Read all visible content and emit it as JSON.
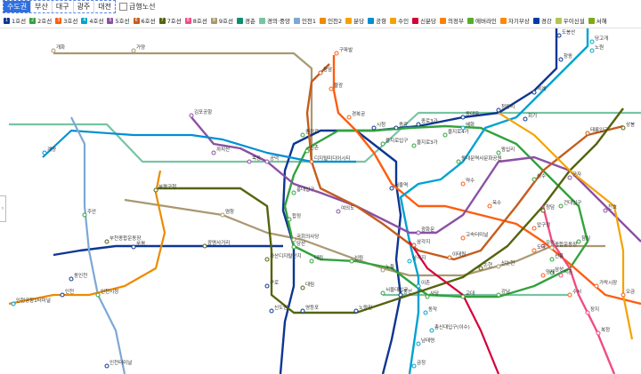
{
  "region_tabs": [
    "수도권",
    "부산",
    "대구",
    "광주",
    "대전"
  ],
  "active_tab": "수도권",
  "express_toggle": "급행노선",
  "legend": [
    {
      "badge": "1",
      "label": "1호선",
      "color": "#0d3692"
    },
    {
      "badge": "2",
      "label": "2호선",
      "color": "#33a23d"
    },
    {
      "badge": "3",
      "label": "3호선",
      "color": "#fe5d10"
    },
    {
      "badge": "4",
      "label": "4호선",
      "color": "#00a2d1"
    },
    {
      "badge": "5",
      "label": "5호선",
      "color": "#8b50a4"
    },
    {
      "badge": "6",
      "label": "6호선",
      "color": "#c55c1d"
    },
    {
      "badge": "7",
      "label": "7호선",
      "color": "#54640d"
    },
    {
      "badge": "8",
      "label": "8호선",
      "color": "#f14c82"
    },
    {
      "badge": "9",
      "label": "9호선",
      "color": "#aa9872"
    },
    {
      "badge": "",
      "label": "경춘",
      "color": "#0c8e72"
    },
    {
      "badge": "",
      "label": "경의·중앙",
      "color": "#77c4a3"
    },
    {
      "badge": "",
      "label": "인천1",
      "color": "#7ca8d5"
    },
    {
      "badge": "",
      "label": "인천2",
      "color": "#ed8b00"
    },
    {
      "badge": "",
      "label": "분당",
      "color": "#f5a200"
    },
    {
      "badge": "",
      "label": "공항",
      "color": "#0090d2"
    },
    {
      "badge": "",
      "label": "수인",
      "color": "#f5a200"
    },
    {
      "badge": "",
      "label": "신분당",
      "color": "#d4003b"
    },
    {
      "badge": "",
      "label": "의정부",
      "color": "#fd8100"
    },
    {
      "badge": "",
      "label": "에버라인",
      "color": "#56ad2d"
    },
    {
      "badge": "",
      "label": "자기부상",
      "color": "#ff8800"
    },
    {
      "badge": "",
      "label": "경강",
      "color": "#003da5"
    },
    {
      "badge": "",
      "label": "우이신설",
      "color": "#b7c452"
    },
    {
      "badge": "",
      "label": "서해",
      "color": "#81a914"
    }
  ],
  "stations": [
    {
      "name": "도봉산",
      "line": "1"
    },
    {
      "name": "창동",
      "line": "1"
    },
    {
      "name": "노원",
      "line": "4"
    },
    {
      "name": "석계",
      "line": "1"
    },
    {
      "name": "청량리",
      "line": "1"
    },
    {
      "name": "회기",
      "line": "1"
    },
    {
      "name": "동대문",
      "line": "1"
    },
    {
      "name": "종로3가",
      "line": "1"
    },
    {
      "name": "종각",
      "line": "1"
    },
    {
      "name": "시청",
      "line": "1"
    },
    {
      "name": "서울역",
      "line": "1"
    },
    {
      "name": "용산",
      "line": "1"
    },
    {
      "name": "노량진",
      "line": "1"
    },
    {
      "name": "영등포",
      "line": "1"
    },
    {
      "name": "신도림",
      "line": "1"
    },
    {
      "name": "구로",
      "line": "1"
    },
    {
      "name": "부평",
      "line": "1"
    },
    {
      "name": "동인천",
      "line": "1"
    },
    {
      "name": "인천",
      "line": "1"
    },
    {
      "name": "을지로입구",
      "line": "2"
    },
    {
      "name": "을지로3가",
      "line": "2"
    },
    {
      "name": "을지로4가",
      "line": "2"
    },
    {
      "name": "동대문역사문화공원",
      "line": "2"
    },
    {
      "name": "왕십리",
      "line": "2"
    },
    {
      "name": "성수",
      "line": "2"
    },
    {
      "name": "건대입구",
      "line": "2"
    },
    {
      "name": "잠실",
      "line": "2"
    },
    {
      "name": "삼성",
      "line": "2"
    },
    {
      "name": "강남",
      "line": "2"
    },
    {
      "name": "교대",
      "line": "2"
    },
    {
      "name": "사당",
      "line": "2"
    },
    {
      "name": "신림",
      "line": "2"
    },
    {
      "name": "대림",
      "line": "2"
    },
    {
      "name": "당산",
      "line": "2"
    },
    {
      "name": "합정",
      "line": "2"
    },
    {
      "name": "홍대입구",
      "line": "2"
    },
    {
      "name": "신촌",
      "line": "2"
    },
    {
      "name": "충정로",
      "line": "2"
    },
    {
      "name": "구파발",
      "line": "3"
    },
    {
      "name": "불광",
      "line": "3"
    },
    {
      "name": "경복궁",
      "line": "3"
    },
    {
      "name": "약수",
      "line": "3"
    },
    {
      "name": "옥수",
      "line": "3"
    },
    {
      "name": "압구정",
      "line": "3"
    },
    {
      "name": "고속터미널",
      "line": "3"
    },
    {
      "name": "양재",
      "line": "3"
    },
    {
      "name": "수서",
      "line": "3"
    },
    {
      "name": "가락시장",
      "line": "3"
    },
    {
      "name": "오금",
      "line": "3"
    },
    {
      "name": "당고개",
      "line": "4"
    },
    {
      "name": "혜화",
      "line": "4"
    },
    {
      "name": "삼각지",
      "line": "4"
    },
    {
      "name": "이촌",
      "line": "4"
    },
    {
      "name": "동작",
      "line": "4"
    },
    {
      "name": "총신대입구(이수)",
      "line": "4"
    },
    {
      "name": "금정",
      "line": "4"
    },
    {
      "name": "김포공항",
      "line": "5"
    },
    {
      "name": "까치산",
      "line": "5"
    },
    {
      "name": "목동",
      "line": "5"
    },
    {
      "name": "여의도",
      "line": "5"
    },
    {
      "name": "공덕",
      "line": "5"
    },
    {
      "name": "광화문",
      "line": "5"
    },
    {
      "name": "군자",
      "line": "5"
    },
    {
      "name": "천호",
      "line": "5"
    },
    {
      "name": "응암",
      "line": "6"
    },
    {
      "name": "디지털미디어시티",
      "line": "6"
    },
    {
      "name": "삼각지",
      "line": "6"
    },
    {
      "name": "이태원",
      "line": "6"
    },
    {
      "name": "태릉입구",
      "line": "6"
    },
    {
      "name": "상봉",
      "line": "7"
    },
    {
      "name": "부평구청",
      "line": "7"
    },
    {
      "name": "가산디지털단지",
      "line": "7"
    },
    {
      "name": "대림",
      "line": "7"
    },
    {
      "name": "논현",
      "line": "7"
    },
    {
      "name": "청담",
      "line": "7"
    },
    {
      "name": "모란",
      "line": "8"
    },
    {
      "name": "복정",
      "line": "8"
    },
    {
      "name": "개화",
      "line": "9"
    },
    {
      "name": "가양",
      "line": "9"
    },
    {
      "name": "염창",
      "line": "9"
    },
    {
      "name": "국회의사당",
      "line": "9"
    },
    {
      "name": "노들",
      "line": "9"
    },
    {
      "name": "신논현",
      "line": "9"
    },
    {
      "name": "종합운동장",
      "line": "9"
    },
    {
      "name": "계양",
      "line": "A"
    },
    {
      "name": "인천공항1터미널",
      "line": "A"
    },
    {
      "name": "주안",
      "line": "2"
    },
    {
      "name": "인천시청",
      "line": "2"
    },
    {
      "name": "부천종합운동장",
      "line": "7"
    },
    {
      "name": "인천터미널",
      "line": "1"
    },
    {
      "name": "광명사거리",
      "line": "7"
    },
    {
      "name": "서울대입구",
      "line": "2"
    },
    {
      "name": "선릉",
      "line": "2"
    },
    {
      "name": "도곡",
      "line": "3"
    },
    {
      "name": "석촌",
      "line": "8"
    },
    {
      "name": "장지",
      "line": "8"
    },
    {
      "name": "남태령",
      "line": "4"
    }
  ]
}
